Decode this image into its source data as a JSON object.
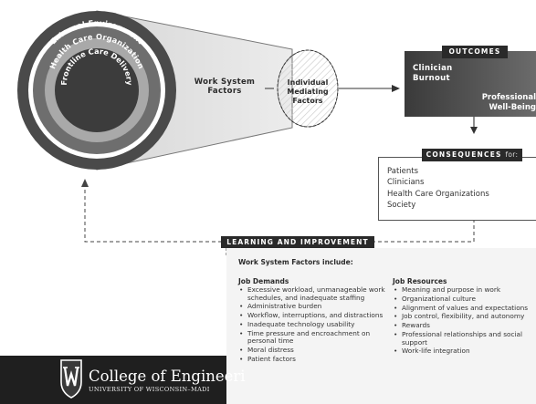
{
  "rings": {
    "outer": "External Environment",
    "middle": "Health Care Organization",
    "inner": "Frontline Care Delivery"
  },
  "work_system_factors_label": "Work System Factors",
  "individual_mediating_factors": "Individual Mediating Factors",
  "outcomes": {
    "title": "OUTCOMES",
    "clinician_burnout": "Clinician Burnout",
    "professional_wellbeing": "Professional Well-Being"
  },
  "consequences": {
    "title": "CONSEQUENCES",
    "title_suffix": "for:",
    "items": [
      "Patients",
      "Clinicians",
      "Health Care Organizations",
      "Society"
    ]
  },
  "learning": {
    "title": "LEARNING AND IMPROVEMENT"
  },
  "wsf_panel": {
    "heading": "Work System Factors include:",
    "job_demands": {
      "title": "Job Demands",
      "items": [
        "Excessive workload, unmanageable work schedules, and inadequate staffing",
        "Administrative burden",
        "Workflow, interruptions, and distractions",
        "Inadequate technology usability",
        "Time pressure and encroachment on personal time",
        "Moral distress",
        "Patient factors"
      ]
    },
    "job_resources": {
      "title": "Job Resources",
      "items": [
        "Meaning and purpose in work",
        "Organizational culture",
        "Alignment of values and expectations",
        "Job control, flexibility, and autonomy",
        "Rewards",
        "Professional relationships and social support",
        "Work-life integration"
      ]
    }
  },
  "banner": {
    "title": "College of Engineeri",
    "subtitle": "UNIVERSITY OF WISCONSIN–MADI"
  },
  "colors": {
    "ring_outer": "#4a4a4a",
    "ring_middle": "#6e6e6e",
    "ring_inner": "#3c3c3c",
    "dark_label": "#2a2a2a",
    "panel": "#f4f4f4"
  }
}
